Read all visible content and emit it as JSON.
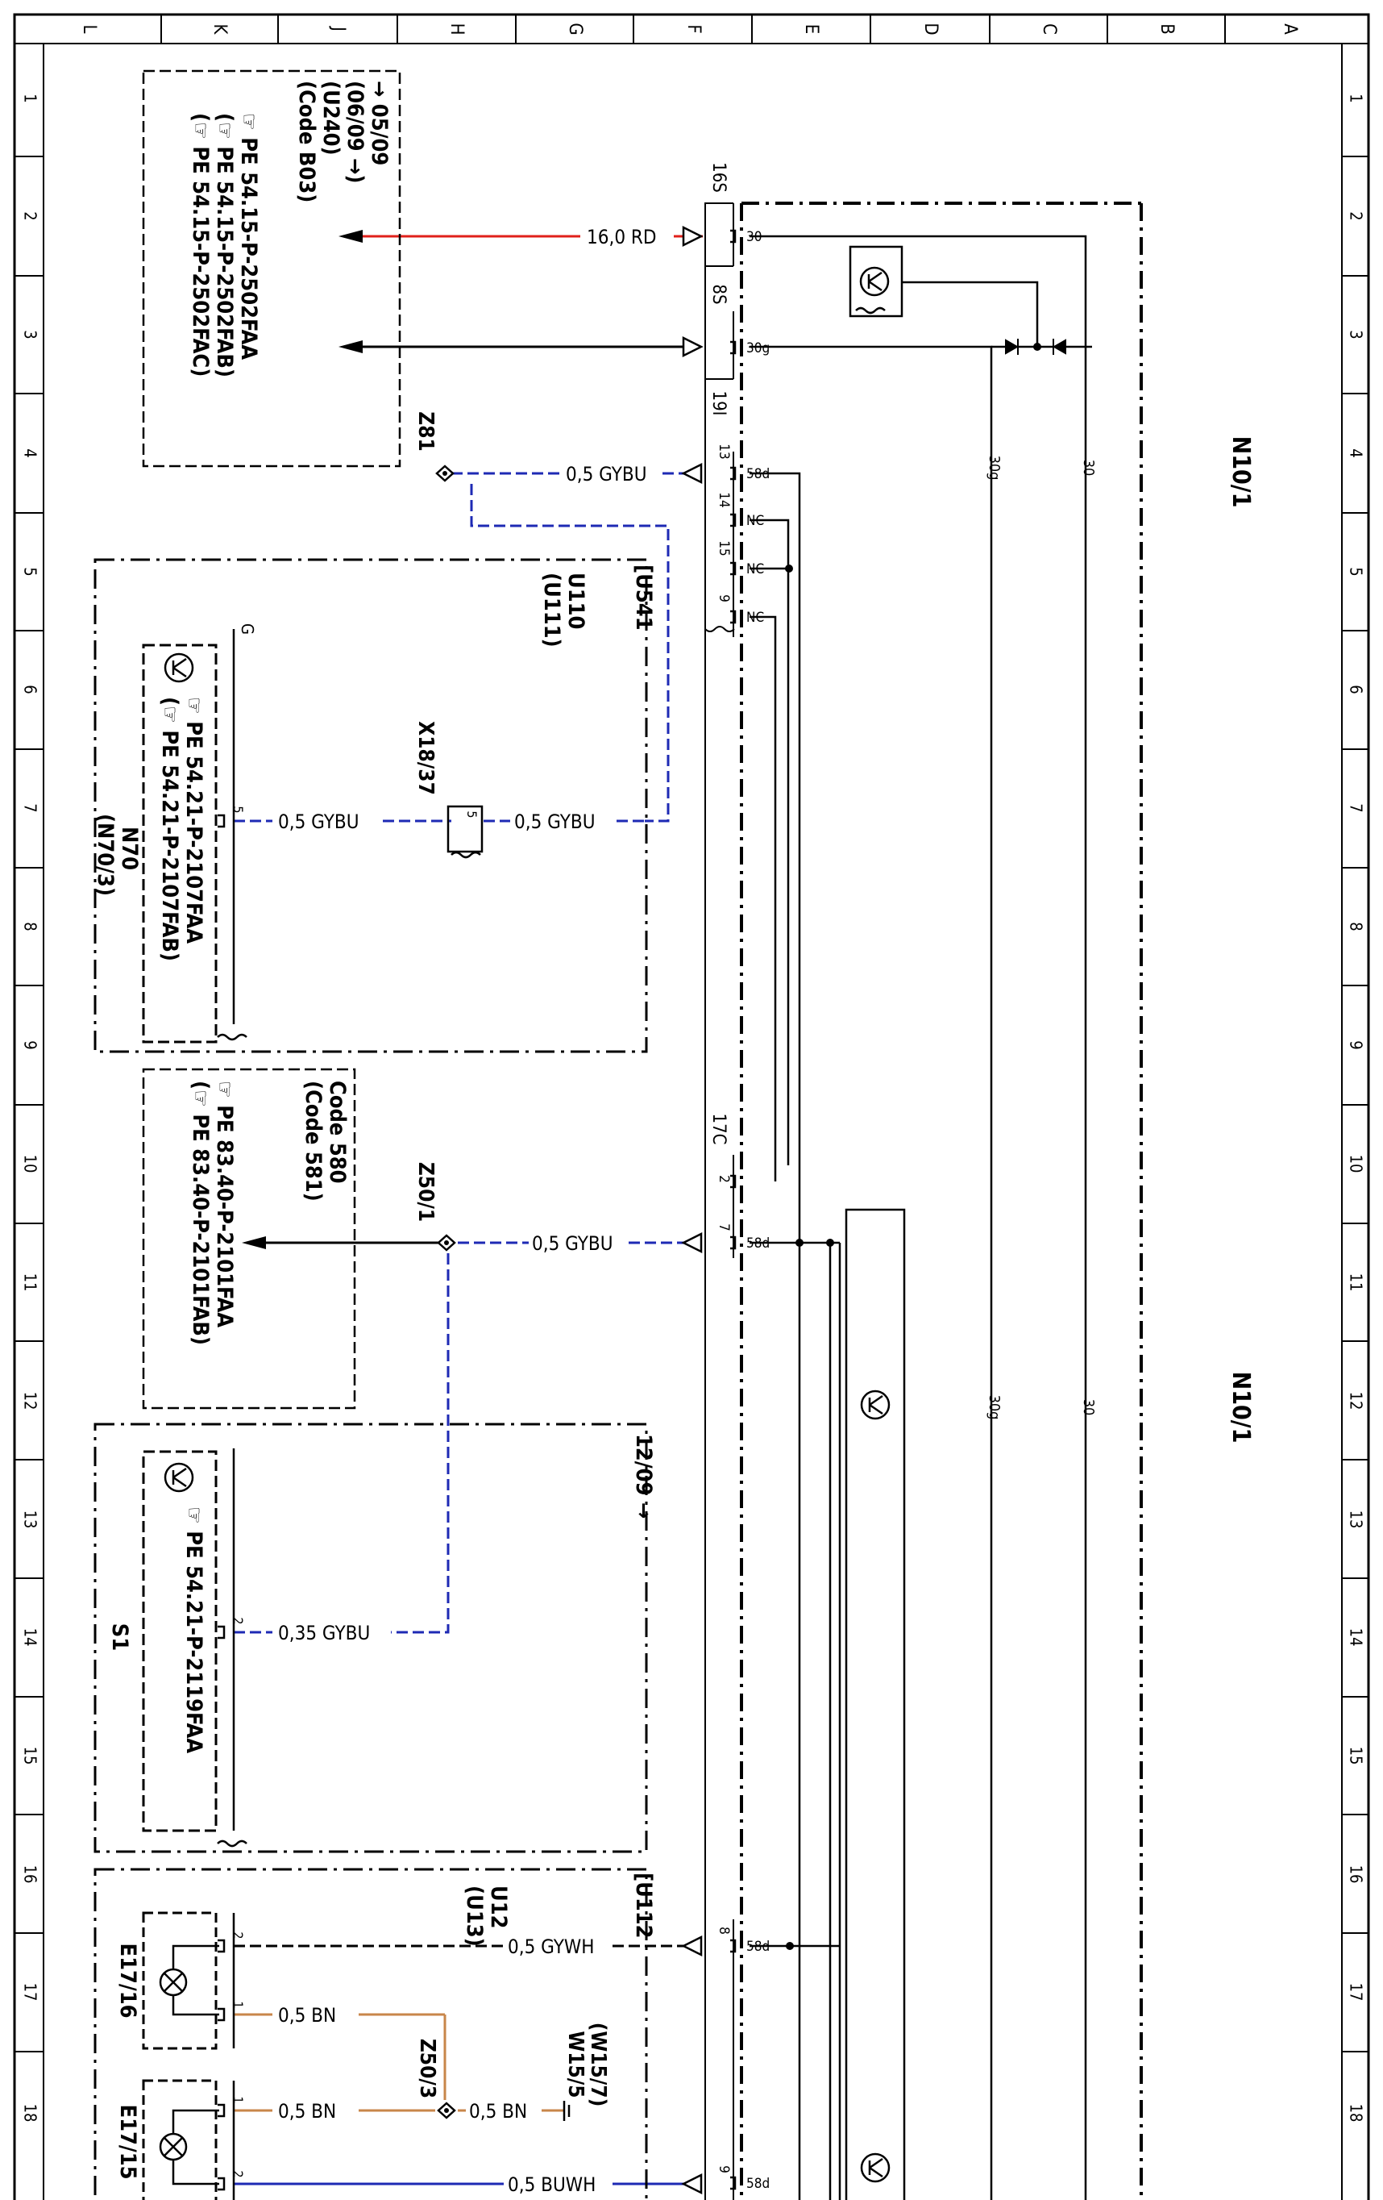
{
  "frame": {
    "top_letters": [
      "L",
      "K",
      "J",
      "H",
      "G",
      "F",
      "E",
      "D",
      "C",
      "B",
      "A"
    ],
    "side_numbers": [
      "1",
      "2",
      "3",
      "4",
      "5",
      "6",
      "7",
      "8",
      "9",
      "10",
      "11",
      "12",
      "13",
      "14",
      "15",
      "16",
      "17",
      "18"
    ]
  },
  "colors": {
    "red_wire": "#e0201a",
    "blue_wire": "#1e2ab4",
    "brown_wire": "#c8864a",
    "line": "#000000"
  },
  "modules": {
    "n10_1_top": "N10/1",
    "n10_1_bottom": "N10/1",
    "n70_name": "N70",
    "n70_alt": "(N70/3)",
    "s1_name": "S1",
    "e17_16": "E17/16",
    "e17_15": "E17/15"
  },
  "connectors": {
    "c16s": "16S",
    "c8s": "8S",
    "c19i": "19I",
    "c17c": "17C",
    "x18_37": "X18/37",
    "z81": "Z81",
    "z50_1": "Z50/1",
    "z50_3": "Z50/3",
    "w15_5": "W15/5",
    "w15_7": "(W15/7)",
    "g": "G"
  },
  "pins": {
    "p30": "30",
    "p30g": "30g",
    "p58d_a": "58d",
    "p58d_b": "58d",
    "p58d_c": "58d",
    "p58d_d": "58d",
    "nc1": "NC",
    "nc2": "NC",
    "nc3": "NC",
    "n13": "13",
    "n14": "14",
    "n15": "15",
    "n9a": "9",
    "n2": "2",
    "n7": "7",
    "n8": "8",
    "n9b": "9",
    "x5": "5",
    "n70_pin": "5",
    "s1_pin": "2",
    "e16_p2": "2",
    "e16_p1": "1",
    "e15_p1": "1",
    "e15_p2": "2"
  },
  "buses": {
    "b30g_top": "30g",
    "b30_top": "30",
    "b30g_bottom": "30g",
    "b30_bottom": "30"
  },
  "wires": {
    "w_red": "16,0 RD",
    "w_gybu_z81": "0,5 GYBU",
    "w_gybu_x18_left": "0,5 GYBU",
    "w_gybu_x18_right": "0,5 GYBU",
    "w_gybu_z50": "0,5 GYBU",
    "w_s1": "0,35 GYBU",
    "w_gywh": "0,5 GYWH",
    "w_bn_e16": "0,5 BN",
    "w_bn_e15": "0,5 BN",
    "w_bn_z50_3": "0,5 BN",
    "w_buwh": "0,5 BUWH"
  },
  "notes": {
    "top_box": [
      "→ 05/09",
      "(06/09 →)",
      "(U240)",
      "(Code B03)",
      "☞ PE 54.15-P-2502FAA",
      "(☞ PE 54.15-P-2502FAB)",
      "(☞ PE 54.15-P-2502FAC)"
    ],
    "u541_box": [
      "[U541",
      "U110",
      "(U111)"
    ],
    "n70_refs": [
      "☞ PE 54.21-P-2107FAA",
      "(☞ PE 54.21-P-2107FAB)"
    ],
    "code_box": [
      "Code 580",
      "(Code 581)",
      "☞ PE 83.40-P-2101FAA",
      "(☞ PE 83.40-P-2101FAB)"
    ],
    "s1_box": [
      "12/09 →"
    ],
    "s1_ref": "☞ PE 54.21-P-2119FAA",
    "u112_box": [
      "[U112",
      "U12",
      "(U13)"
    ]
  }
}
